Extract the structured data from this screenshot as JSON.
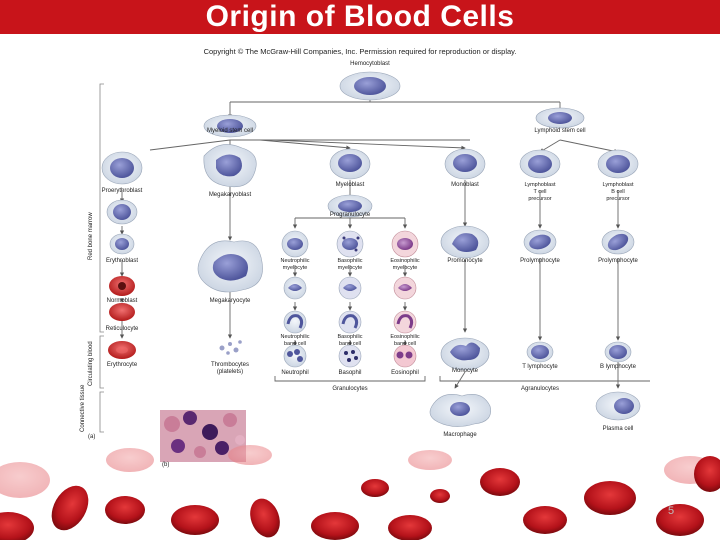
{
  "title": "Origin of Blood Cells",
  "slide_number": "5",
  "copyright": "Copyright © The McGraw-Hill Companies, Inc. Permission required for reproduction or display.",
  "stem": "Hemocytoblast",
  "myeloid_stem": "Myeloid stem cell",
  "lymphoid_stem": "Lymphoid stem cell",
  "proerythroblast": "Proerythroblast",
  "megakaryoblast": "Megakaryoblast",
  "myeloblast": "Myeloblast",
  "monoblast": "Monoblast",
  "lymphoblast_t": [
    "Lymphoblast",
    "T cell",
    "precursor"
  ],
  "lymphoblast_b": [
    "Lymphoblast",
    "B cell",
    "precursor"
  ],
  "erythroblast": "Erythroblast",
  "normoblast": "Normoblast",
  "reticulocyte": "Reticulocyte",
  "erythrocyte": "Erythrocyte",
  "megakaryocyte": "Megakaryocyte",
  "thrombocytes": [
    "Thrombocytes",
    "(platelets)"
  ],
  "progranulocyte": "Progranulocyte",
  "myelocytes": [
    [
      "Neutrophilic",
      "myelocyte"
    ],
    [
      "Basophilic",
      "myelocyte"
    ],
    [
      "Eosinophilic",
      "myelocyte"
    ]
  ],
  "band_cells": [
    [
      "Neutrophilic",
      "band cell"
    ],
    [
      "Basophilic",
      "band cell"
    ],
    [
      "Eosinophilic",
      "band cell"
    ]
  ],
  "granulocytes_final": [
    "Neutrophil",
    "Basophil",
    "Eosinophil"
  ],
  "granulocytes": "Granulocytes",
  "promonocyte": "Promonocyte",
  "prolymphocyte_t": "Prolymphocyte",
  "prolymphocyte_b": "Prolymphocyte",
  "monocyte": "Monocyte",
  "t_lymphocyte": "T lymphocyte",
  "b_lymphocyte": "B lymphocyte",
  "agranulocytes": "Agranulocytes",
  "macrophage": "Macrophage",
  "plasma_cell": "Plasma cell",
  "side_labels": [
    "Red bone marrow",
    "Circulating blood",
    "Connective tissue"
  ],
  "panel_a": "(a)",
  "panel_b": "(b)",
  "colors": {
    "title_bar": "#c8141a",
    "cell_blue": "#6f76b8",
    "red_cell": "#cc2a2a"
  }
}
